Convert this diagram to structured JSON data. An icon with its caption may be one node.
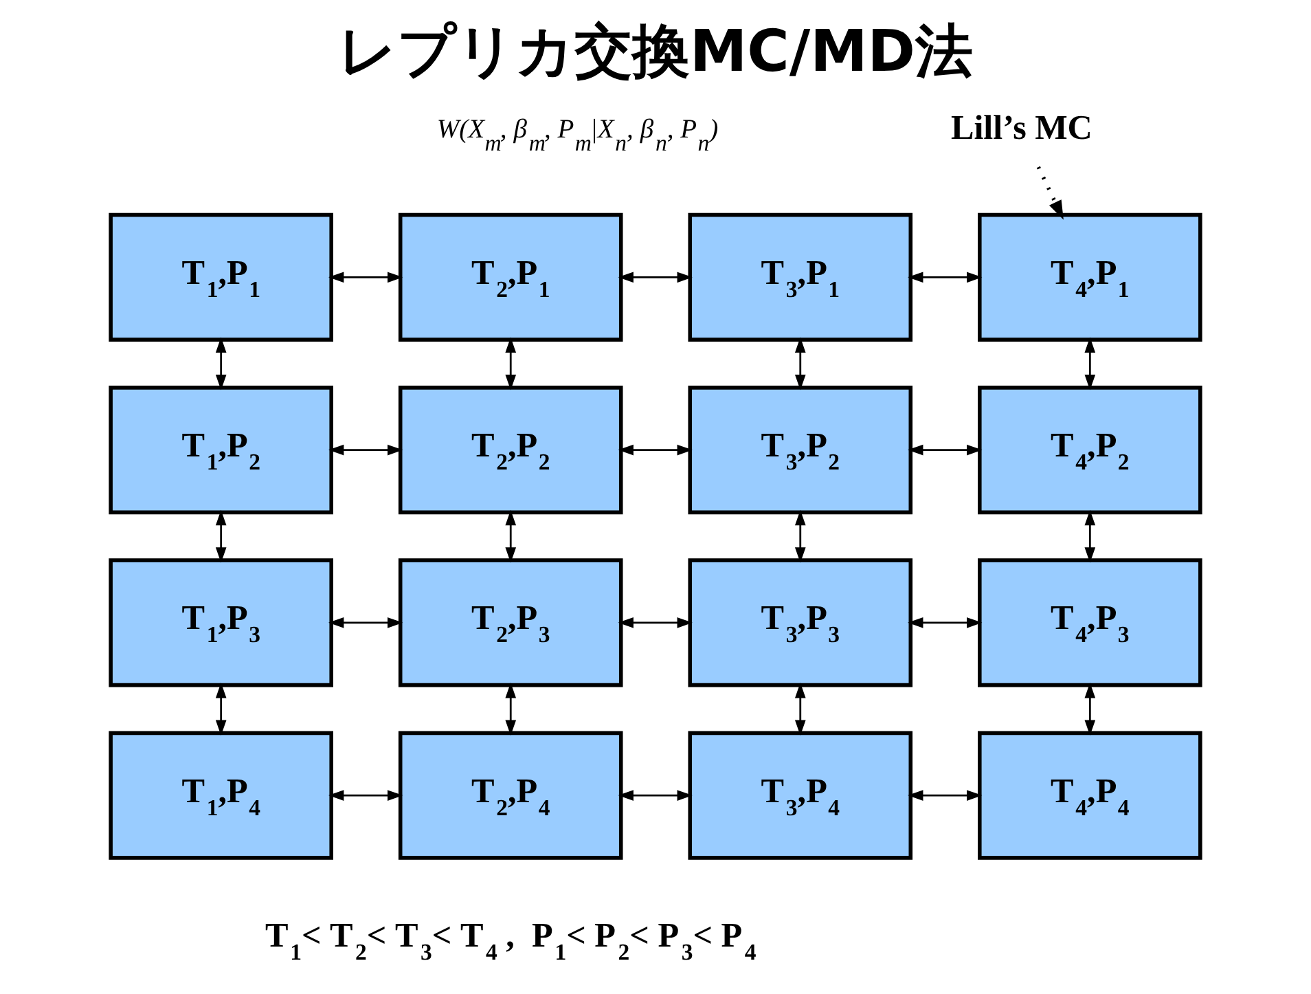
{
  "diagram": {
    "title": "レプリカ交換MC/MD法",
    "nodes": [
      {
        "text": [
          "T$_{1}$,P$_{1}$"
        ]
      },
      {
        "text": [
          "T$_{2}$,P$_{1}$"
        ]
      },
      {
        "text": [
          "T$_{3}$,P$_{1}$"
        ]
      },
      {
        "text": [
          "T$_{4}$,P$_{1}$"
        ]
      },
      {
        "text": [
          "T$_{1}$,P$_{2}$"
        ]
      },
      {
        "text": [
          "T$_{2}$,P$_{2}$"
        ]
      },
      {
        "text": [
          "T$_{3}$,P$_{2}$"
        ]
      },
      {
        "text": [
          "T$_{4}$,P$_{2}$"
        ]
      },
      {
        "text": [
          "T$_{1}$,P$_{3}$"
        ]
      },
      {
        "text": [
          "T$_{2}$,P$_{3}$"
        ]
      },
      {
        "text": [
          "T$_{3}$,P$_{3}$"
        ]
      },
      {
        "text": [
          "T$_{4}$,P$_{3}$"
        ]
      },
      {
        "text": [
          "T$_{1}$,P$_{4}$"
        ]
      },
      {
        "text": [
          "T$_{2}$,P$_{4}$"
        ]
      },
      {
        "text": [
          "T$_{3}$,P$_{4}$"
        ]
      },
      {
        "text": [
          "T$_{4}$,P$_{4}$"
        ]
      },
      {
        "text": [
          "Lill’s MC"
        ]
      }
    ],
    "edges": [
      {
        "from": 0,
        "to": 1,
        "arrow": "both"
      },
      {
        "from": 1,
        "to": 2,
        "arrow": "both"
      },
      {
        "from": 2,
        "to": 3,
        "arrow": "both"
      },
      {
        "from": 0,
        "to": 4,
        "arrow": "both"
      },
      {
        "from": 1,
        "to": 5,
        "arrow": "both"
      },
      {
        "from": 2,
        "to": 6,
        "arrow": "both"
      },
      {
        "from": 3,
        "to": 7,
        "arrow": "both"
      },
      {
        "from": 4,
        "to": 5,
        "arrow": "both"
      },
      {
        "from": 5,
        "to": 6,
        "arrow": "both"
      },
      {
        "from": 6,
        "to": 7,
        "arrow": "both"
      },
      {
        "from": 4,
        "to": 8,
        "arrow": "both"
      },
      {
        "from": 5,
        "to": 9,
        "arrow": "both"
      },
      {
        "from": 6,
        "to": 10,
        "arrow": "both"
      },
      {
        "from": 7,
        "to": 11,
        "arrow": "both"
      },
      {
        "from": 8,
        "to": 9,
        "arrow": "both"
      },
      {
        "from": 9,
        "to": 10,
        "arrow": "both"
      },
      {
        "from": 10,
        "to": 11,
        "arrow": "both"
      },
      {
        "from": 8,
        "to": 12,
        "arrow": "both"
      },
      {
        "from": 9,
        "to": 13,
        "arrow": "both"
      },
      {
        "from": 10,
        "to": 14,
        "arrow": "both"
      },
      {
        "from": 11,
        "to": 15,
        "arrow": "both"
      },
      {
        "from": 12,
        "to": 13,
        "arrow": "both"
      },
      {
        "from": 13,
        "to": 14,
        "arrow": "both"
      },
      {
        "from": 14,
        "to": 15,
        "arrow": "both"
      },
      {
        "from": 16,
        "to": 3,
        "arrow": "to",
        "style": "dashed"
      }
    ],
    "labels": [
      "W(X$_{m}$, β$_{m}$, P$_{m}$|X$_{n}$, β$_{n}$, P$_{n}$)",
      "T$_{1}$< T$_{2}$< T$_{3}$< T$_{4}$ ,  P$_{1}$< P$_{2}$< P$_{3}$< P$_{4}$"
    ]
  }
}
